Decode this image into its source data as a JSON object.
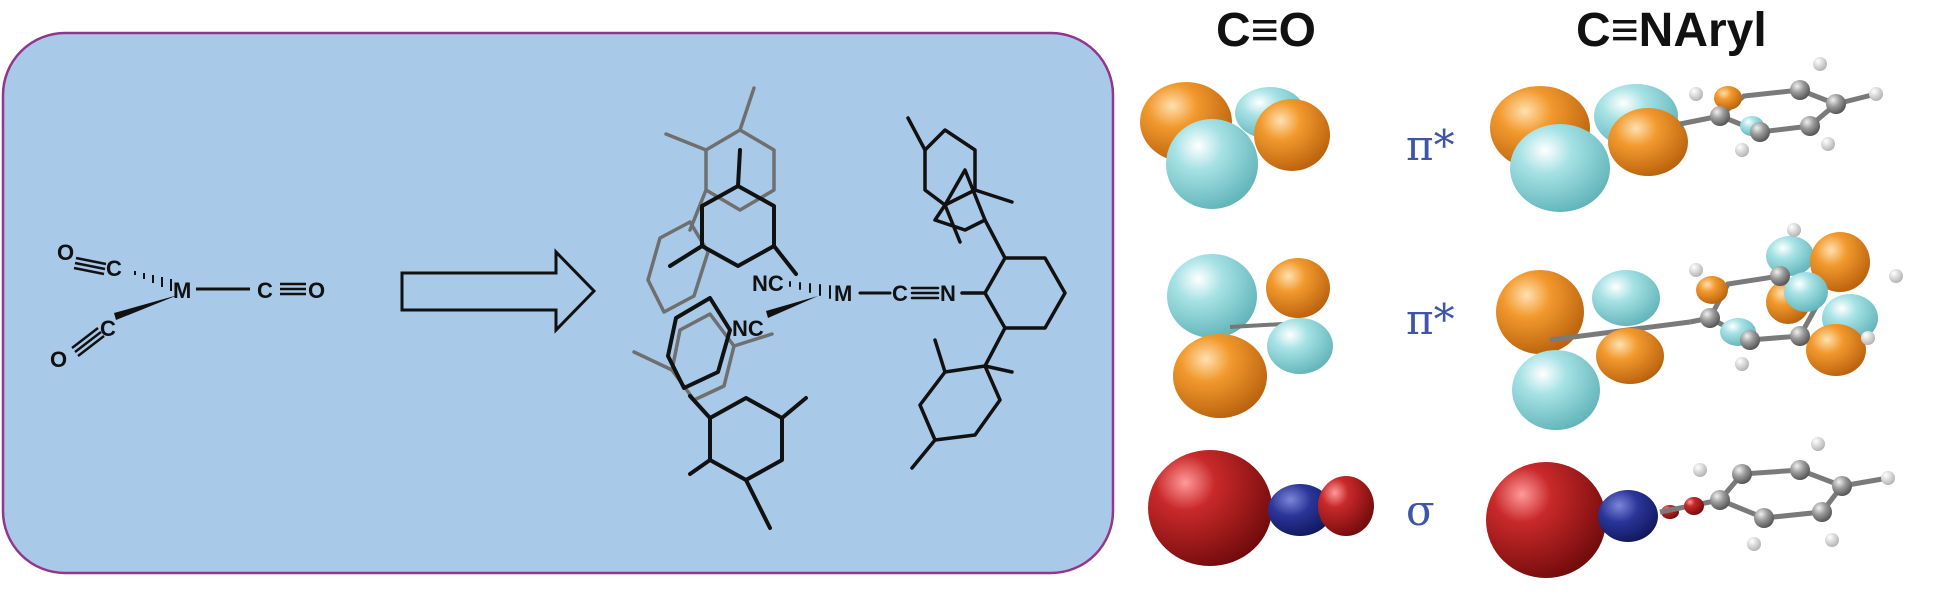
{
  "panel": {
    "fill": "#a9c9e8",
    "border": "#93358d"
  },
  "left_complex": {
    "metal": "M",
    "ligands": [
      {
        "carbon": "C",
        "oxygen": "O"
      },
      {
        "carbon": "C",
        "oxygen": "O"
      },
      {
        "carbon": "C",
        "oxygen": "O"
      }
    ]
  },
  "arrow": {
    "icon": "hollow-right-arrow"
  },
  "right_complex": {
    "metal": "M",
    "ligand_labels": [
      "NC",
      "NC"
    ],
    "trans_ligand": {
      "carbon": "C",
      "nitrogen": "N"
    }
  },
  "orbitals": {
    "columns": [
      "C≡O",
      "C≡NAryl"
    ],
    "rows": [
      {
        "label": "π*",
        "type": "pi-star"
      },
      {
        "label": "π*",
        "type": "pi-star"
      },
      {
        "label": "σ",
        "type": "sigma"
      }
    ],
    "colors": {
      "pi_phase_a": "#e8891f",
      "pi_phase_b": "#8fd6d9",
      "sigma_main": "#b31d1d",
      "sigma_node": "#1e2a8c",
      "aryl_atom": "#8c8c8c"
    }
  }
}
